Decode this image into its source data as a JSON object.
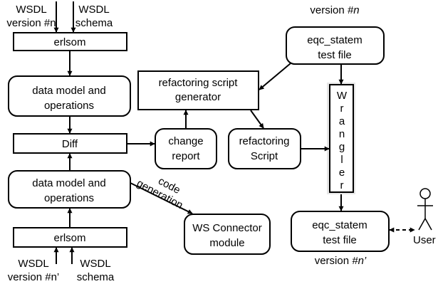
{
  "inputs_top": {
    "wsdl_line1": "WSDL",
    "wsdl_line2": "version #n",
    "schema_line1": "WSDL",
    "schema_line2": "schema"
  },
  "inputs_bottom": {
    "wsdl_line1": "WSDL",
    "wsdl_line2": "version #n’",
    "schema_line1": "WSDL",
    "schema_line2": "schema"
  },
  "nodes": {
    "erlsom_top": "erlsom",
    "data_model_top": [
      "data model and",
      "operations"
    ],
    "diff": "Diff",
    "data_model_bottom": [
      "data model and",
      "operations"
    ],
    "erlsom_bottom": "erlsom",
    "change_report": [
      "change",
      "report"
    ],
    "script_generator": [
      "refactoring  script",
      "generator"
    ],
    "refactoring_script": [
      "refactoring",
      "Script"
    ],
    "eqc_top": [
      "eqc_statem",
      "test file"
    ],
    "eqc_bottom": [
      "eqc_statem",
      "test file"
    ],
    "ws_connector": [
      "WS Connector",
      "module"
    ],
    "wrangler": [
      "W",
      "r",
      "a",
      "n",
      "g",
      "l",
      "e",
      "r"
    ]
  },
  "labels": {
    "version_n_prefix": "version  ",
    "version_n_var": "#n",
    "version_n2_prefix": "version  ",
    "version_n2_var": "#n’",
    "code": "code",
    "generation": "generation",
    "user": "User"
  }
}
